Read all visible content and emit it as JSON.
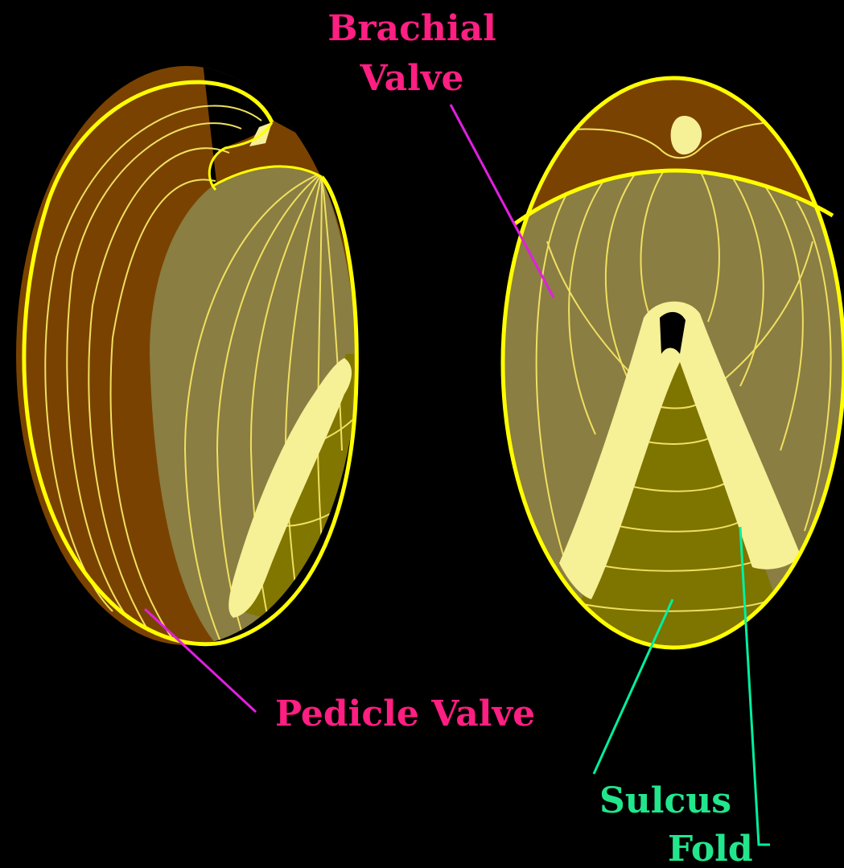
{
  "labels": {
    "brachial_valve_line1": "Brachial",
    "brachial_valve_line2": "Valve",
    "pedicle_valve": "Pedicle Valve",
    "sulcus": "Sulcus",
    "fold": "Fold"
  },
  "colors": {
    "background": "#000000",
    "outline": "#ffff00",
    "growth_line": "#f0e060",
    "brown_valve": "#7a4200",
    "olive_valve": "#8a7e42",
    "sulcus_fill": "#7e7400",
    "fold_stipple": "#f6f096",
    "pink_label": "#ff1e82",
    "pink_leader": "#e020e0",
    "green_label": "#22e68c",
    "green_leader": "#00f0a0"
  }
}
